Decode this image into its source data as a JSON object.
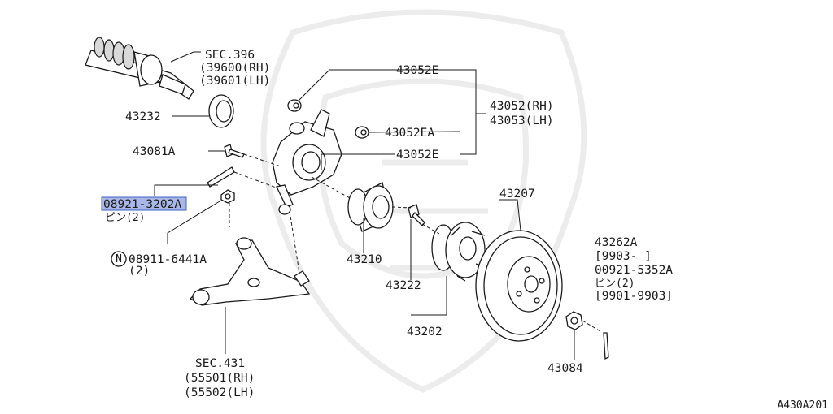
{
  "diagram": {
    "sec396": {
      "title": "SEC.396",
      "rh": "(39600(RH)",
      "lh": "(39601(LH)"
    },
    "p43232": "43232",
    "p43081a": "43081A",
    "p08921": {
      "selected": "08921-3202",
      "rest": "A",
      "pin": "ピン(2)"
    },
    "p08911": {
      "mark": "N",
      "code": "08911-6441A",
      "qty": "(2)"
    },
    "p43052e_top": "43052E",
    "p43052ea": "43052EA",
    "p43052e_bot": "43052E",
    "knuckle": {
      "rh": "43052(RH)",
      "lh": "43053(LH)"
    },
    "p43210": "43210",
    "p43222": "43222",
    "p43202": "43202",
    "p43207": "43207",
    "p43262a": {
      "code": "43262A",
      "range1": "[9903-     ]",
      "alt": "00921-5352A",
      "pin": "ピン(2)",
      "range2": "[9901-9903]"
    },
    "p43084": "43084",
    "sec431": {
      "title": "SEC.431",
      "rh": "(55501(RH)",
      "lh": "(55502(LH)"
    },
    "figure_code": "A430A201"
  }
}
